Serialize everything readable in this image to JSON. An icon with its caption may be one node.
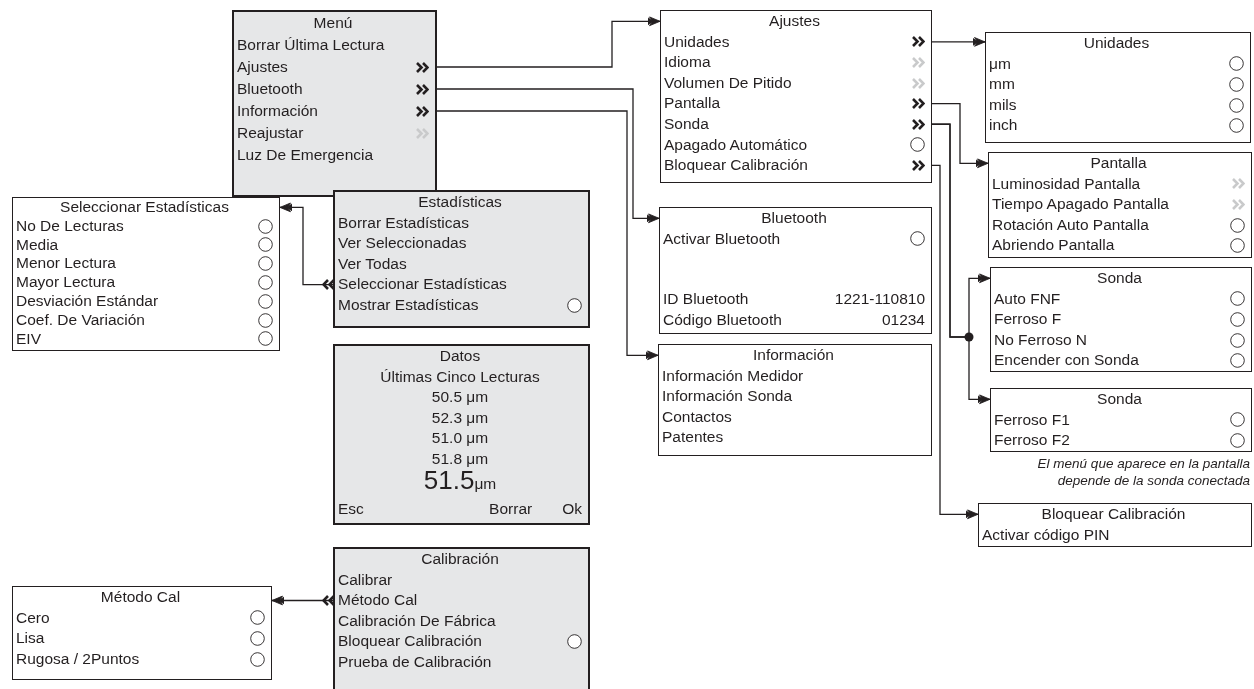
{
  "diagram": {
    "nodes": [
      {
        "text": [
          "Menú",
          "Borrar Última Lectura",
          "Ajustes",
          "Bluetooth",
          "Información",
          "Reajustar",
          "Luz De Emergencia"
        ]
      },
      {
        "text": [
          "Ajustes",
          "Unidades",
          "Idioma",
          "Volumen De Pitido",
          "Pantalla",
          "Sonda",
          "Apagado Automático",
          "Bloquear Calibración"
        ]
      },
      {
        "text": [
          "Unidades",
          "μm",
          "mm",
          "mils",
          "inch"
        ]
      },
      {
        "text": [
          "Seleccionar Estadísticas",
          "No De Lecturas",
          "Media",
          "Menor Lectura",
          "Mayor Lectura",
          "Desviación Estándar",
          "Coef. De Variación",
          "EIV"
        ]
      },
      {
        "text": [
          "Estadísticas",
          "Borrar Estadísticas",
          "Ver Seleccionadas",
          "Ver Todas",
          "Seleccionar Estadísticas",
          "Mostrar Estadísticas"
        ]
      },
      {
        "text": [
          "Pantalla",
          "Luminosidad Pantalla",
          "Tiempo Apagado Pantalla",
          "Rotación Auto Pantalla",
          "Abriendo Pantalla"
        ]
      },
      {
        "text": [
          "Bluetooth",
          "Activar Bluetooth",
          "ID Bluetooth",
          "1221-110810",
          "Código Bluetooth",
          "01234"
        ]
      },
      {
        "text": [
          "Sonda",
          "Auto FNF",
          "Ferroso F",
          "No Ferroso N",
          "Encender con Sonda"
        ]
      },
      {
        "text": [
          "Información",
          "Información Medidor",
          "Información Sonda",
          "Contactos",
          "Patentes"
        ]
      },
      {
        "text": [
          "Datos",
          "Últimas Cinco Lecturas",
          "50.5 μm",
          "52.3 μm",
          "51.0 μm",
          "51.8 μm",
          "51.5",
          "μm",
          "Esc",
          "Borrar",
          "Ok"
        ]
      },
      {
        "text": [
          "Sonda",
          "Ferroso F1",
          "Ferroso F2"
        ]
      },
      {
        "text": [
          "Bloquear Calibración",
          "Activar código PIN"
        ]
      },
      {
        "text": [
          "Calibración",
          "Calibrar",
          "Método Cal",
          "Calibración De Fábrica",
          "Bloquear Calibración",
          "Prueba de Calibración"
        ]
      },
      {
        "text": [
          "Método Cal",
          "Cero",
          "Lisa",
          "Rugosa / 2Puntos"
        ]
      }
    ],
    "edges": [
      {
        "from": 0,
        "to": 1,
        "arrow": "to"
      },
      {
        "from": 0,
        "to": 6,
        "arrow": "to"
      },
      {
        "from": 0,
        "to": 8,
        "arrow": "to"
      },
      {
        "from": 1,
        "to": 2,
        "arrow": "to"
      },
      {
        "from": 1,
        "to": 5,
        "arrow": "to"
      },
      {
        "from": 1,
        "to": 7,
        "arrow": "to"
      },
      {
        "from": 1,
        "to": 10,
        "arrow": "to"
      },
      {
        "from": 1,
        "to": 11,
        "arrow": "to"
      },
      {
        "from": 4,
        "to": 3,
        "arrow": "to"
      },
      {
        "from": 12,
        "to": 13,
        "arrow": "to"
      }
    ],
    "labels": [
      "El menú que aparece en la pantalla depende de la sonda conectada"
    ]
  }
}
